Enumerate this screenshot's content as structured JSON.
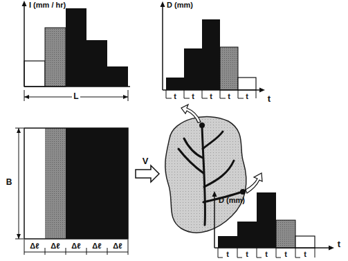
{
  "diagram": {
    "labels": [
      "I (mm / hr)",
      "L",
      "D (mm)",
      "t",
      "t",
      "t",
      "t",
      "t",
      "t",
      "B",
      "Δℓ",
      "Δℓ",
      "Δℓ",
      "Δℓ",
      "Δℓ",
      "V",
      "D (mm)",
      "t",
      "t",
      "t",
      "t",
      "t",
      "t"
    ]
  }
}
